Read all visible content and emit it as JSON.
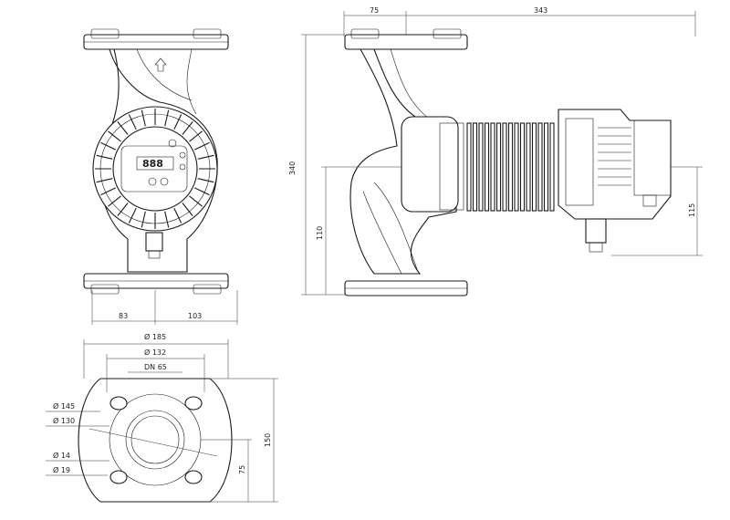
{
  "drawing": {
    "top_dims": {
      "d75": "75",
      "d343": "343"
    },
    "height_dims": {
      "d340": "340",
      "d110": "110",
      "d115": "115"
    },
    "front_dims": {
      "d83": "83",
      "d103": "103"
    },
    "flange_dims": {
      "d185": "Ø 185",
      "d132": "Ø 132",
      "dn65": "DN 65",
      "d145": "Ø 145",
      "d130": "Ø 130",
      "d14": "Ø 14",
      "d19": "Ø 19",
      "d150": "150",
      "d75b": "75"
    },
    "display_text": "888",
    "flow_arrow": "arrow-up-icon"
  }
}
